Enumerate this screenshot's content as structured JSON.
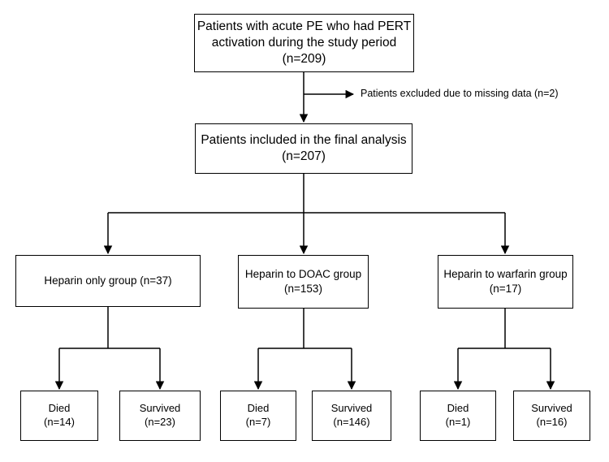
{
  "top": {
    "line1": "Patients with acute PE who had PERT",
    "line2": "activation during the study period",
    "line3": "(n=209)"
  },
  "excluded": {
    "text": "Patients excluded due to missing data (n=2)"
  },
  "included": {
    "line1": "Patients included in the final analysis",
    "line2": "(n=207)"
  },
  "groups": [
    {
      "line1": "Heparin only group (n=37)",
      "line2": ""
    },
    {
      "line1": "Heparin to DOAC group",
      "line2": "(n=153)"
    },
    {
      "line1": "Heparin to warfarin group",
      "line2": "(n=17)"
    }
  ],
  "outcomes": [
    {
      "label": "Died",
      "count": "(n=14)"
    },
    {
      "label": "Survived",
      "count": "(n=23)"
    },
    {
      "label": "Died",
      "count": "(n=7)"
    },
    {
      "label": "Survived",
      "count": "(n=146)"
    },
    {
      "label": "Died",
      "count": "(n=1)"
    },
    {
      "label": "Survived",
      "count": "(n=16)"
    }
  ]
}
